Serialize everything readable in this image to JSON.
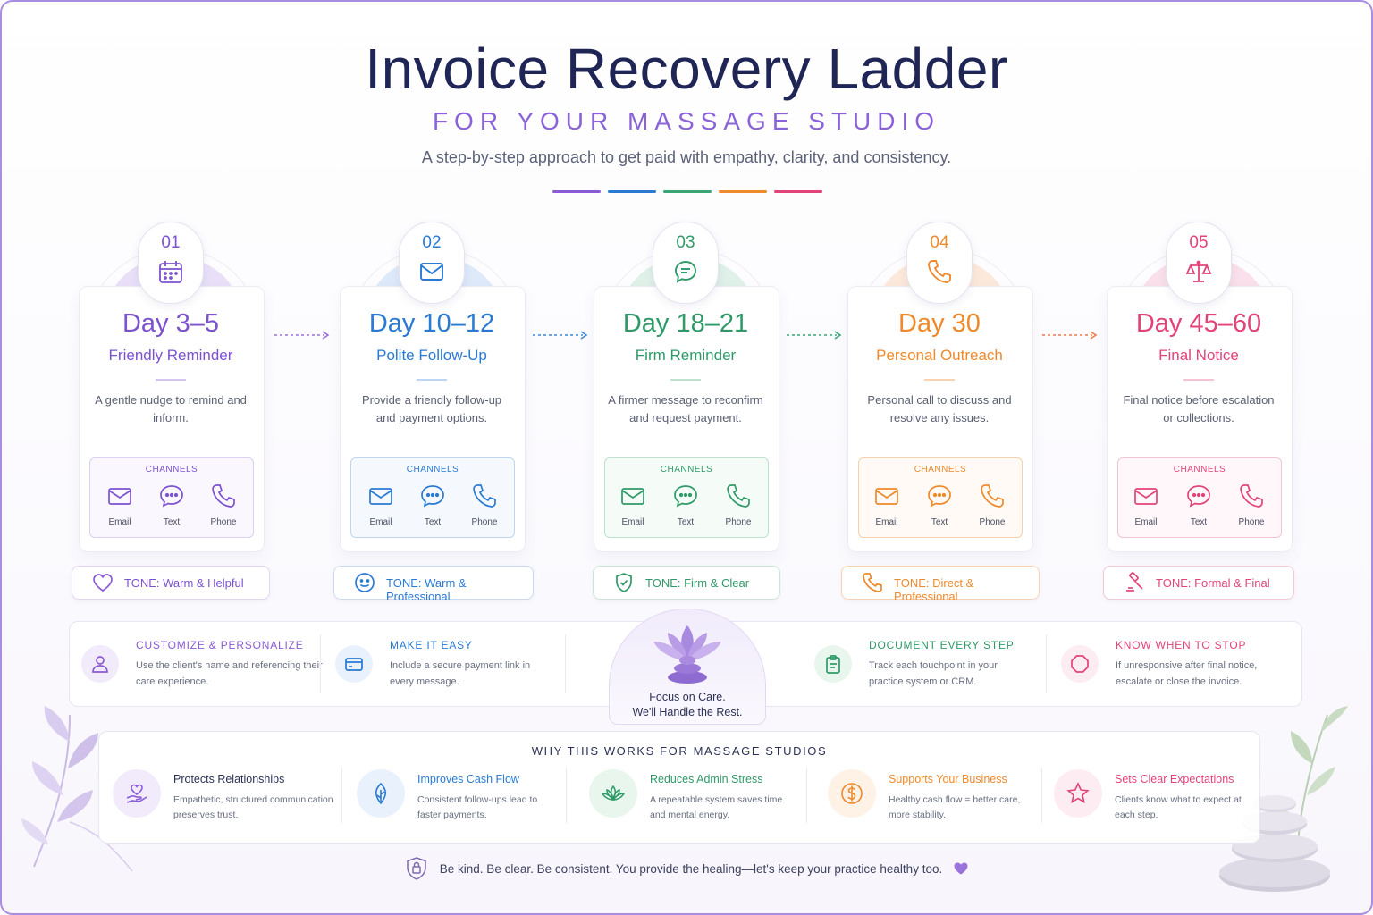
{
  "header": {
    "title": "Invoice Recovery Ladder",
    "subtitle": "FOR YOUR MASSAGE STUDIO",
    "tagline": "A step-by-step approach to get paid with empathy, clarity, and consistency."
  },
  "colors": {
    "purple": "#8a5bd6",
    "blue": "#2a7ad4",
    "green": "#2f9a68",
    "orange": "#ee8a2c",
    "pink": "#e2447a",
    "navy": "#1f2554"
  },
  "steps": [
    {
      "number": "01",
      "day": "Day 3–5",
      "name": "Friendly Reminder",
      "description": "A gentle nudge to remind and inform.",
      "icon": "calendar-icon",
      "tone": "TONE: Warm & Helpful",
      "tone_icon": "heart-icon"
    },
    {
      "number": "02",
      "day": "Day 10–12",
      "name": "Polite Follow-Up",
      "description": "Provide a friendly follow-up and payment options.",
      "icon": "envelope-icon",
      "tone": "TONE: Warm & Professional",
      "tone_icon": "smile-icon"
    },
    {
      "number": "03",
      "day": "Day 18–21",
      "name": "Firm Reminder",
      "description": "A firmer message to reconfirm and request payment.",
      "icon": "chat-icon",
      "tone": "TONE: Firm & Clear",
      "tone_icon": "shield-check-icon"
    },
    {
      "number": "04",
      "day": "Day 30",
      "name": "Personal Outreach",
      "description": "Personal call to discuss and resolve any issues.",
      "icon": "phone-icon",
      "tone": "TONE: Direct & Professional",
      "tone_icon": "phone-icon"
    },
    {
      "number": "05",
      "day": "Day 45–60",
      "name": "Final Notice",
      "description": "Final notice before escalation or collections.",
      "icon": "scales-icon",
      "tone": "TONE: Formal & Final",
      "tone_icon": "gavel-icon"
    }
  ],
  "channels": {
    "label": "CHANNELS",
    "email": "Email",
    "text": "Text",
    "phone": "Phone"
  },
  "tips": [
    {
      "title": "CUSTOMIZE & PERSONALIZE",
      "body": "Use the client's name and referencing their care experience.",
      "icon": "person-icon"
    },
    {
      "title": "MAKE IT EASY",
      "body": "Include a secure payment link in every message.",
      "icon": "card-icon"
    },
    {
      "title": "DOCUMENT EVERY STEP",
      "body": "Track each touchpoint in your practice system or CRM.",
      "icon": "clipboard-icon"
    },
    {
      "title": "KNOW WHEN TO STOP",
      "body": "If unresponsive after final notice, escalate or close the invoice.",
      "icon": "stop-octagon-icon"
    }
  ],
  "center": {
    "line1": "Focus on Care.",
    "line2": "We'll Handle the Rest.",
    "icon": "lotus-stones-icon"
  },
  "why": {
    "title": "WHY THIS WORKS FOR MASSAGE STUDIOS",
    "items": [
      {
        "title": "Protects Relationships",
        "body": "Empathetic, structured communication preserves trust.",
        "icon": "heart-hand-icon"
      },
      {
        "title": "Improves Cash Flow",
        "body": "Consistent follow-ups lead to faster payments.",
        "icon": "leaf-icon"
      },
      {
        "title": "Reduces Admin Stress",
        "body": "A repeatable system saves time and mental energy.",
        "icon": "lotus-icon"
      },
      {
        "title": "Supports Your Business",
        "body": "Healthy cash flow = better care, more stability.",
        "icon": "dollar-icon"
      },
      {
        "title": "Sets Clear Expectations",
        "body": "Clients know what to expect at each step.",
        "icon": "star-icon"
      }
    ]
  },
  "footer": {
    "text": "Be kind.  Be clear.  Be consistent.  You provide the healing—let's keep your practice healthy too.",
    "icon": "lock-shield-icon"
  }
}
